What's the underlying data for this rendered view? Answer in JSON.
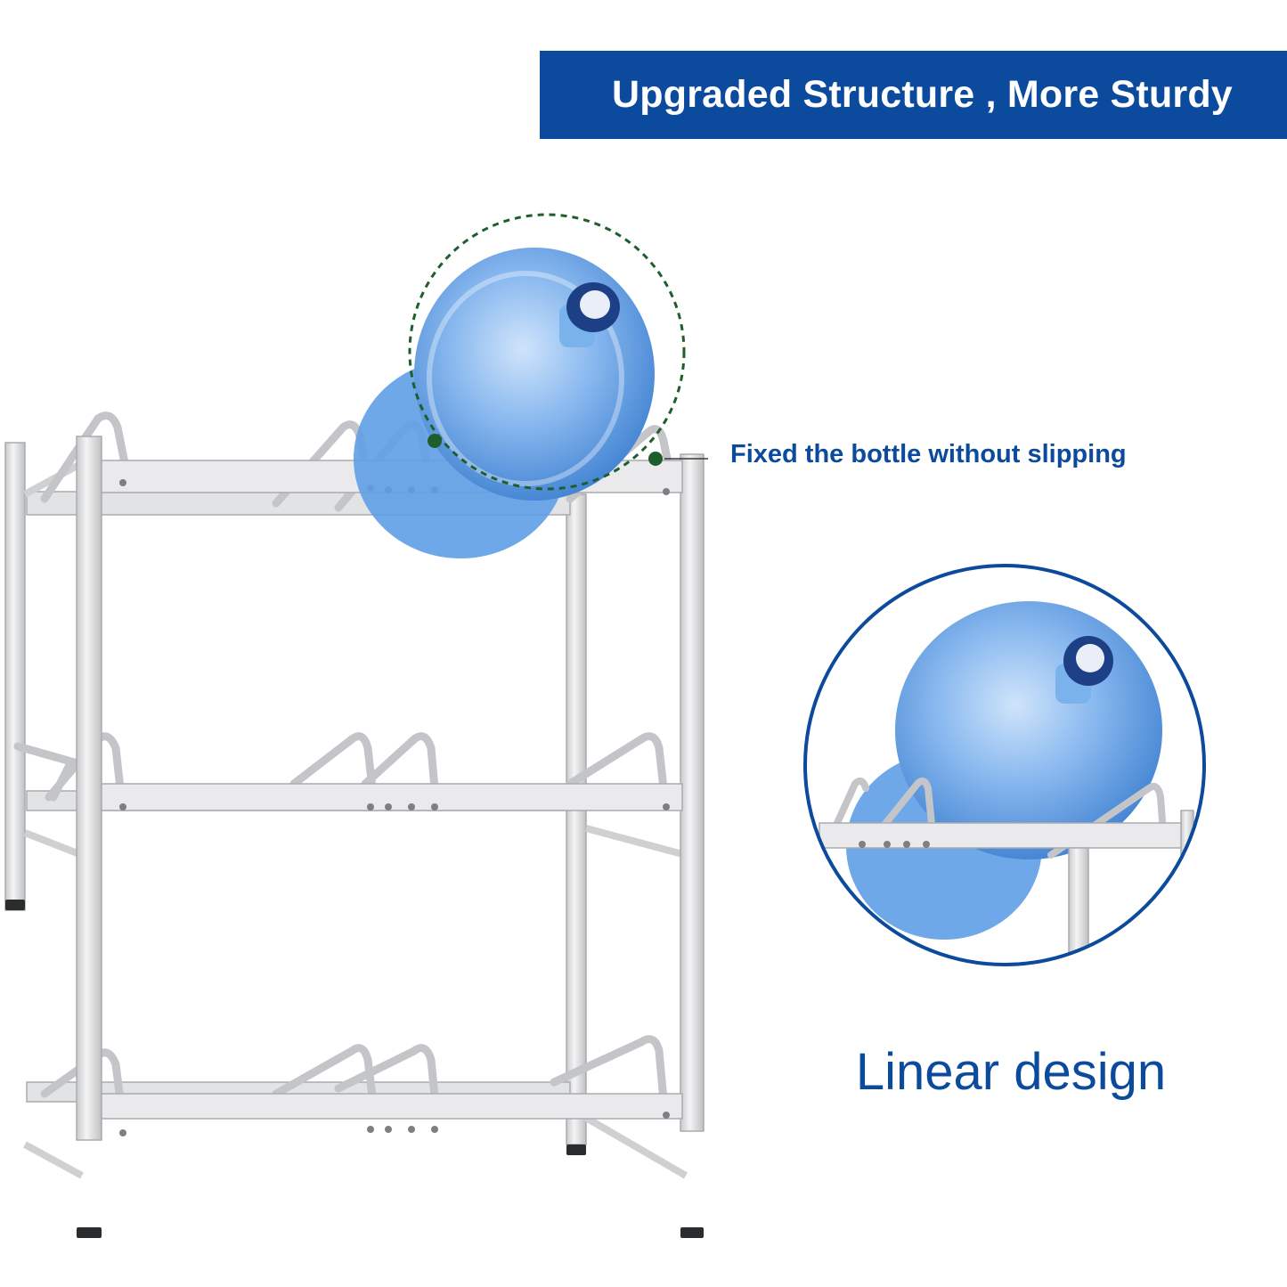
{
  "banner": {
    "text": "Upgraded Structure , More Sturdy",
    "background": "#0b4a9c",
    "text_color": "#ffffff"
  },
  "callout": {
    "text": "Fixed the bottle without slipping",
    "color": "#0b4a9c",
    "marker_color": "#1e5e2c"
  },
  "caption": {
    "text": "Linear design",
    "color": "#0b4a9c"
  },
  "zoom_circle_color": "#0b4a9c",
  "rack_color": "#d9dadc",
  "bottle_color": "#5b9be3"
}
